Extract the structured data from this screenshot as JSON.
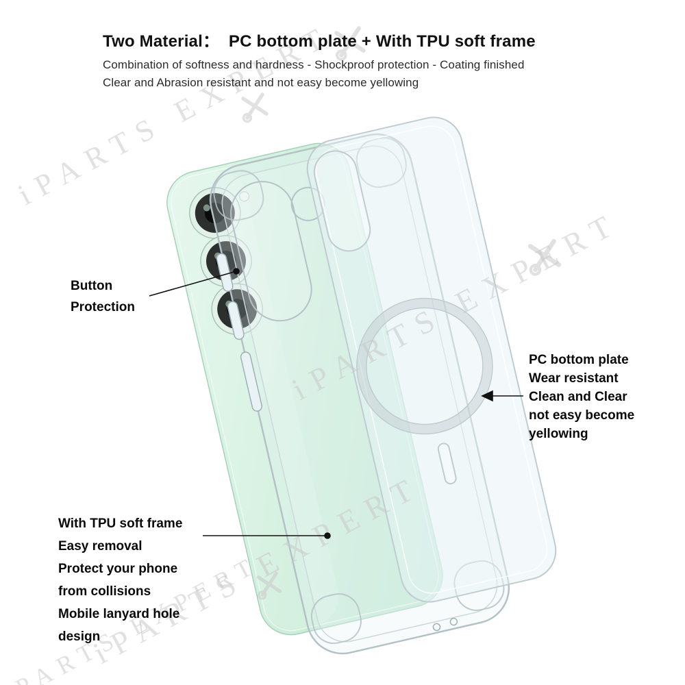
{
  "header": {
    "title": "Two Material：  PC bottom plate + With TPU soft frame",
    "subtitle1": "Combination of softness and hardness - Shockproof protection - Coating finished",
    "subtitle2": "Clear and Abrasion resistant and not easy become yellowing"
  },
  "callouts": {
    "button": {
      "lines": [
        "Button",
        "Protection"
      ]
    },
    "pc_plate": {
      "lines": [
        "PC bottom plate",
        "Wear resistant",
        "Clean and Clear",
        "not easy become",
        "yellowing"
      ]
    },
    "tpu": {
      "lines": [
        "With TPU soft frame",
        "Easy removal",
        "Protect your phone",
        "from collisions",
        "Mobile lanyard hole",
        "design"
      ]
    }
  },
  "watermark": {
    "text": "iPARTS EXPERT",
    "icon": "crossed-tools"
  },
  "colors": {
    "phone_mint": "#cdeeda",
    "case_outline": "#b4c2c6",
    "plate_outline": "#bfccd0",
    "text": "#111111",
    "watermark": "#c9c9c9"
  }
}
